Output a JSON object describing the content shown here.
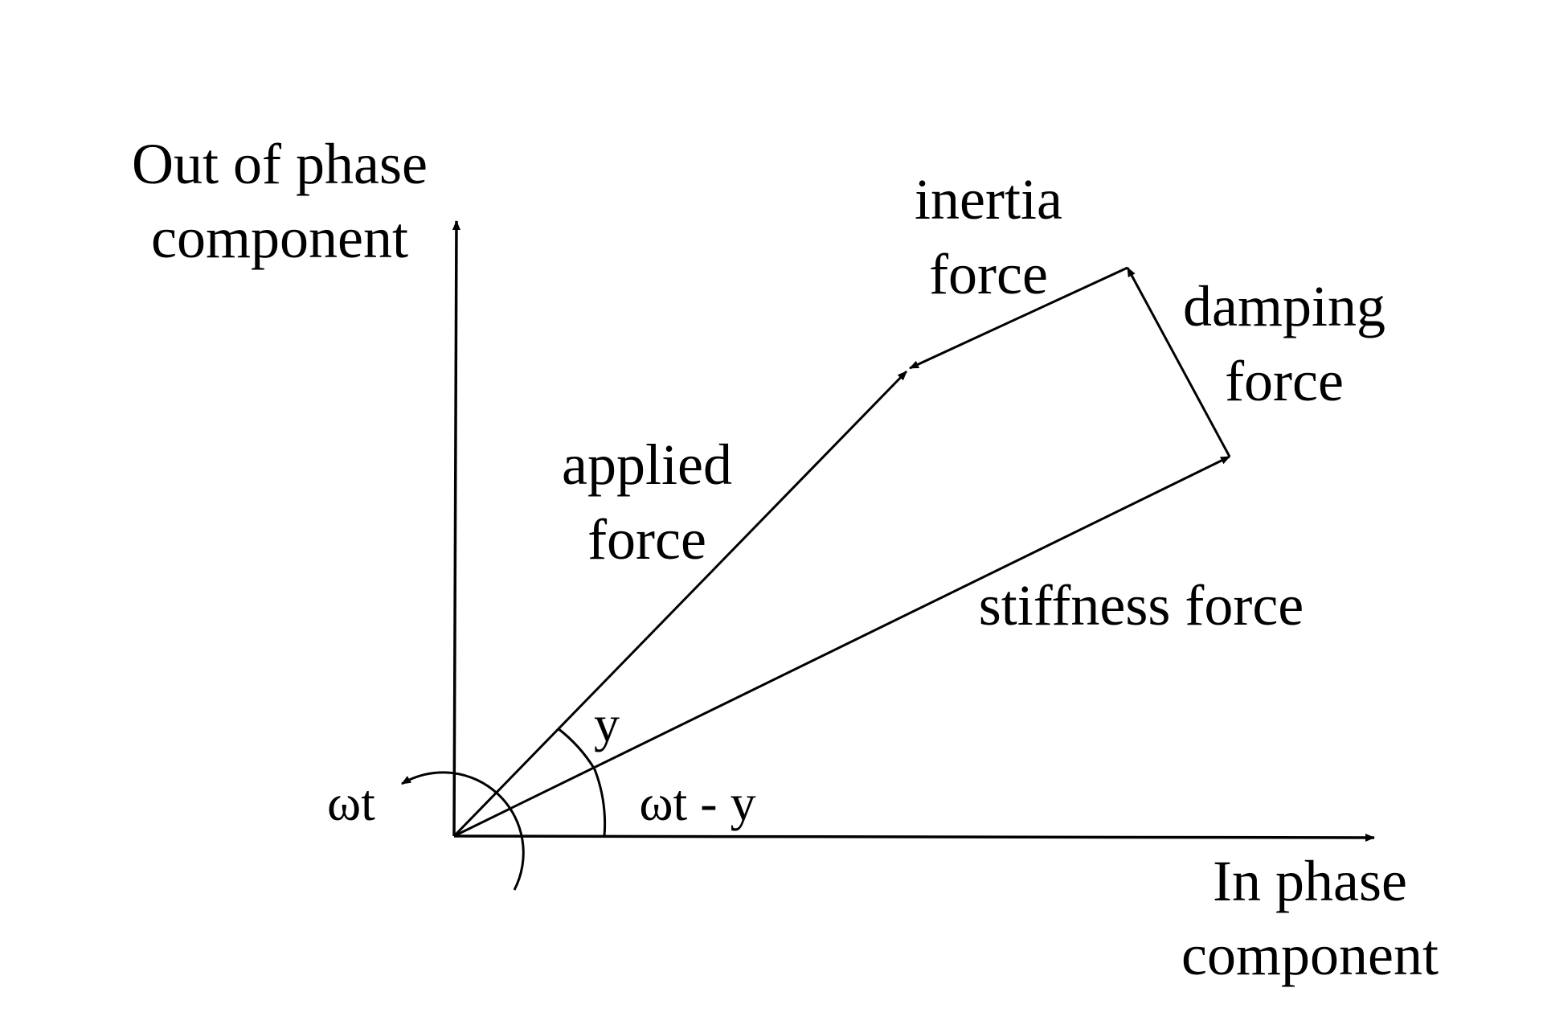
{
  "axes": {
    "y_label_line1": "Out of phase",
    "y_label_line2": "component",
    "x_label_line1": "In phase",
    "x_label_line2": "component"
  },
  "vectors": {
    "applied_line1": "applied",
    "applied_line2": "force",
    "stiffness": "stiffness force",
    "damping_line1": "damping",
    "damping_line2": "force",
    "inertia_line1": "inertia",
    "inertia_line2": "force"
  },
  "angles": {
    "phase": "y",
    "rotation": "ωt",
    "difference": "ωt - y"
  },
  "colors": {
    "ink": "#000000",
    "background": "#ffffff"
  }
}
